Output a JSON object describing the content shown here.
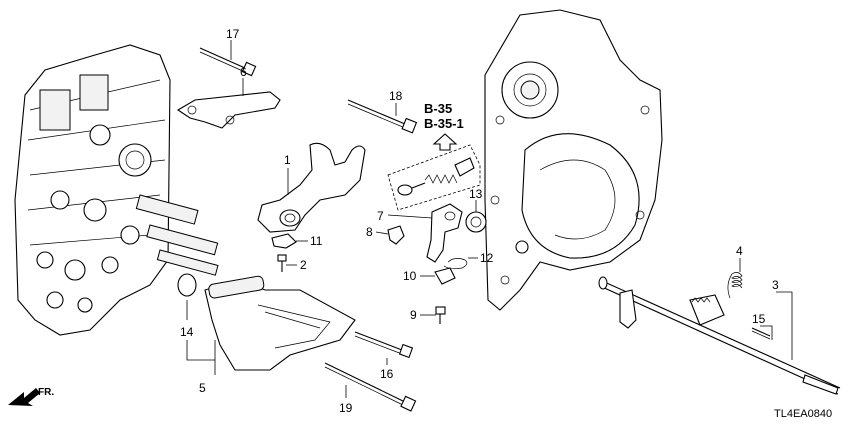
{
  "diagram": {
    "callouts": [
      {
        "id": "1",
        "label": "1"
      },
      {
        "id": "2",
        "label": "2"
      },
      {
        "id": "3",
        "label": "3"
      },
      {
        "id": "4",
        "label": "4"
      },
      {
        "id": "5",
        "label": "5"
      },
      {
        "id": "6",
        "label": "6"
      },
      {
        "id": "7",
        "label": "7"
      },
      {
        "id": "8",
        "label": "8"
      },
      {
        "id": "9",
        "label": "9"
      },
      {
        "id": "10",
        "label": "10"
      },
      {
        "id": "11",
        "label": "11"
      },
      {
        "id": "12",
        "label": "12"
      },
      {
        "id": "13",
        "label": "13"
      },
      {
        "id": "14",
        "label": "14"
      },
      {
        "id": "15",
        "label": "15"
      },
      {
        "id": "16",
        "label": "16"
      },
      {
        "id": "17",
        "label": "17"
      },
      {
        "id": "18",
        "label": "18"
      },
      {
        "id": "19",
        "label": "19"
      }
    ],
    "references": [
      "B-35",
      "B-35-1"
    ],
    "direction_label": "FR.",
    "diagram_code": "TL4EA0840"
  }
}
